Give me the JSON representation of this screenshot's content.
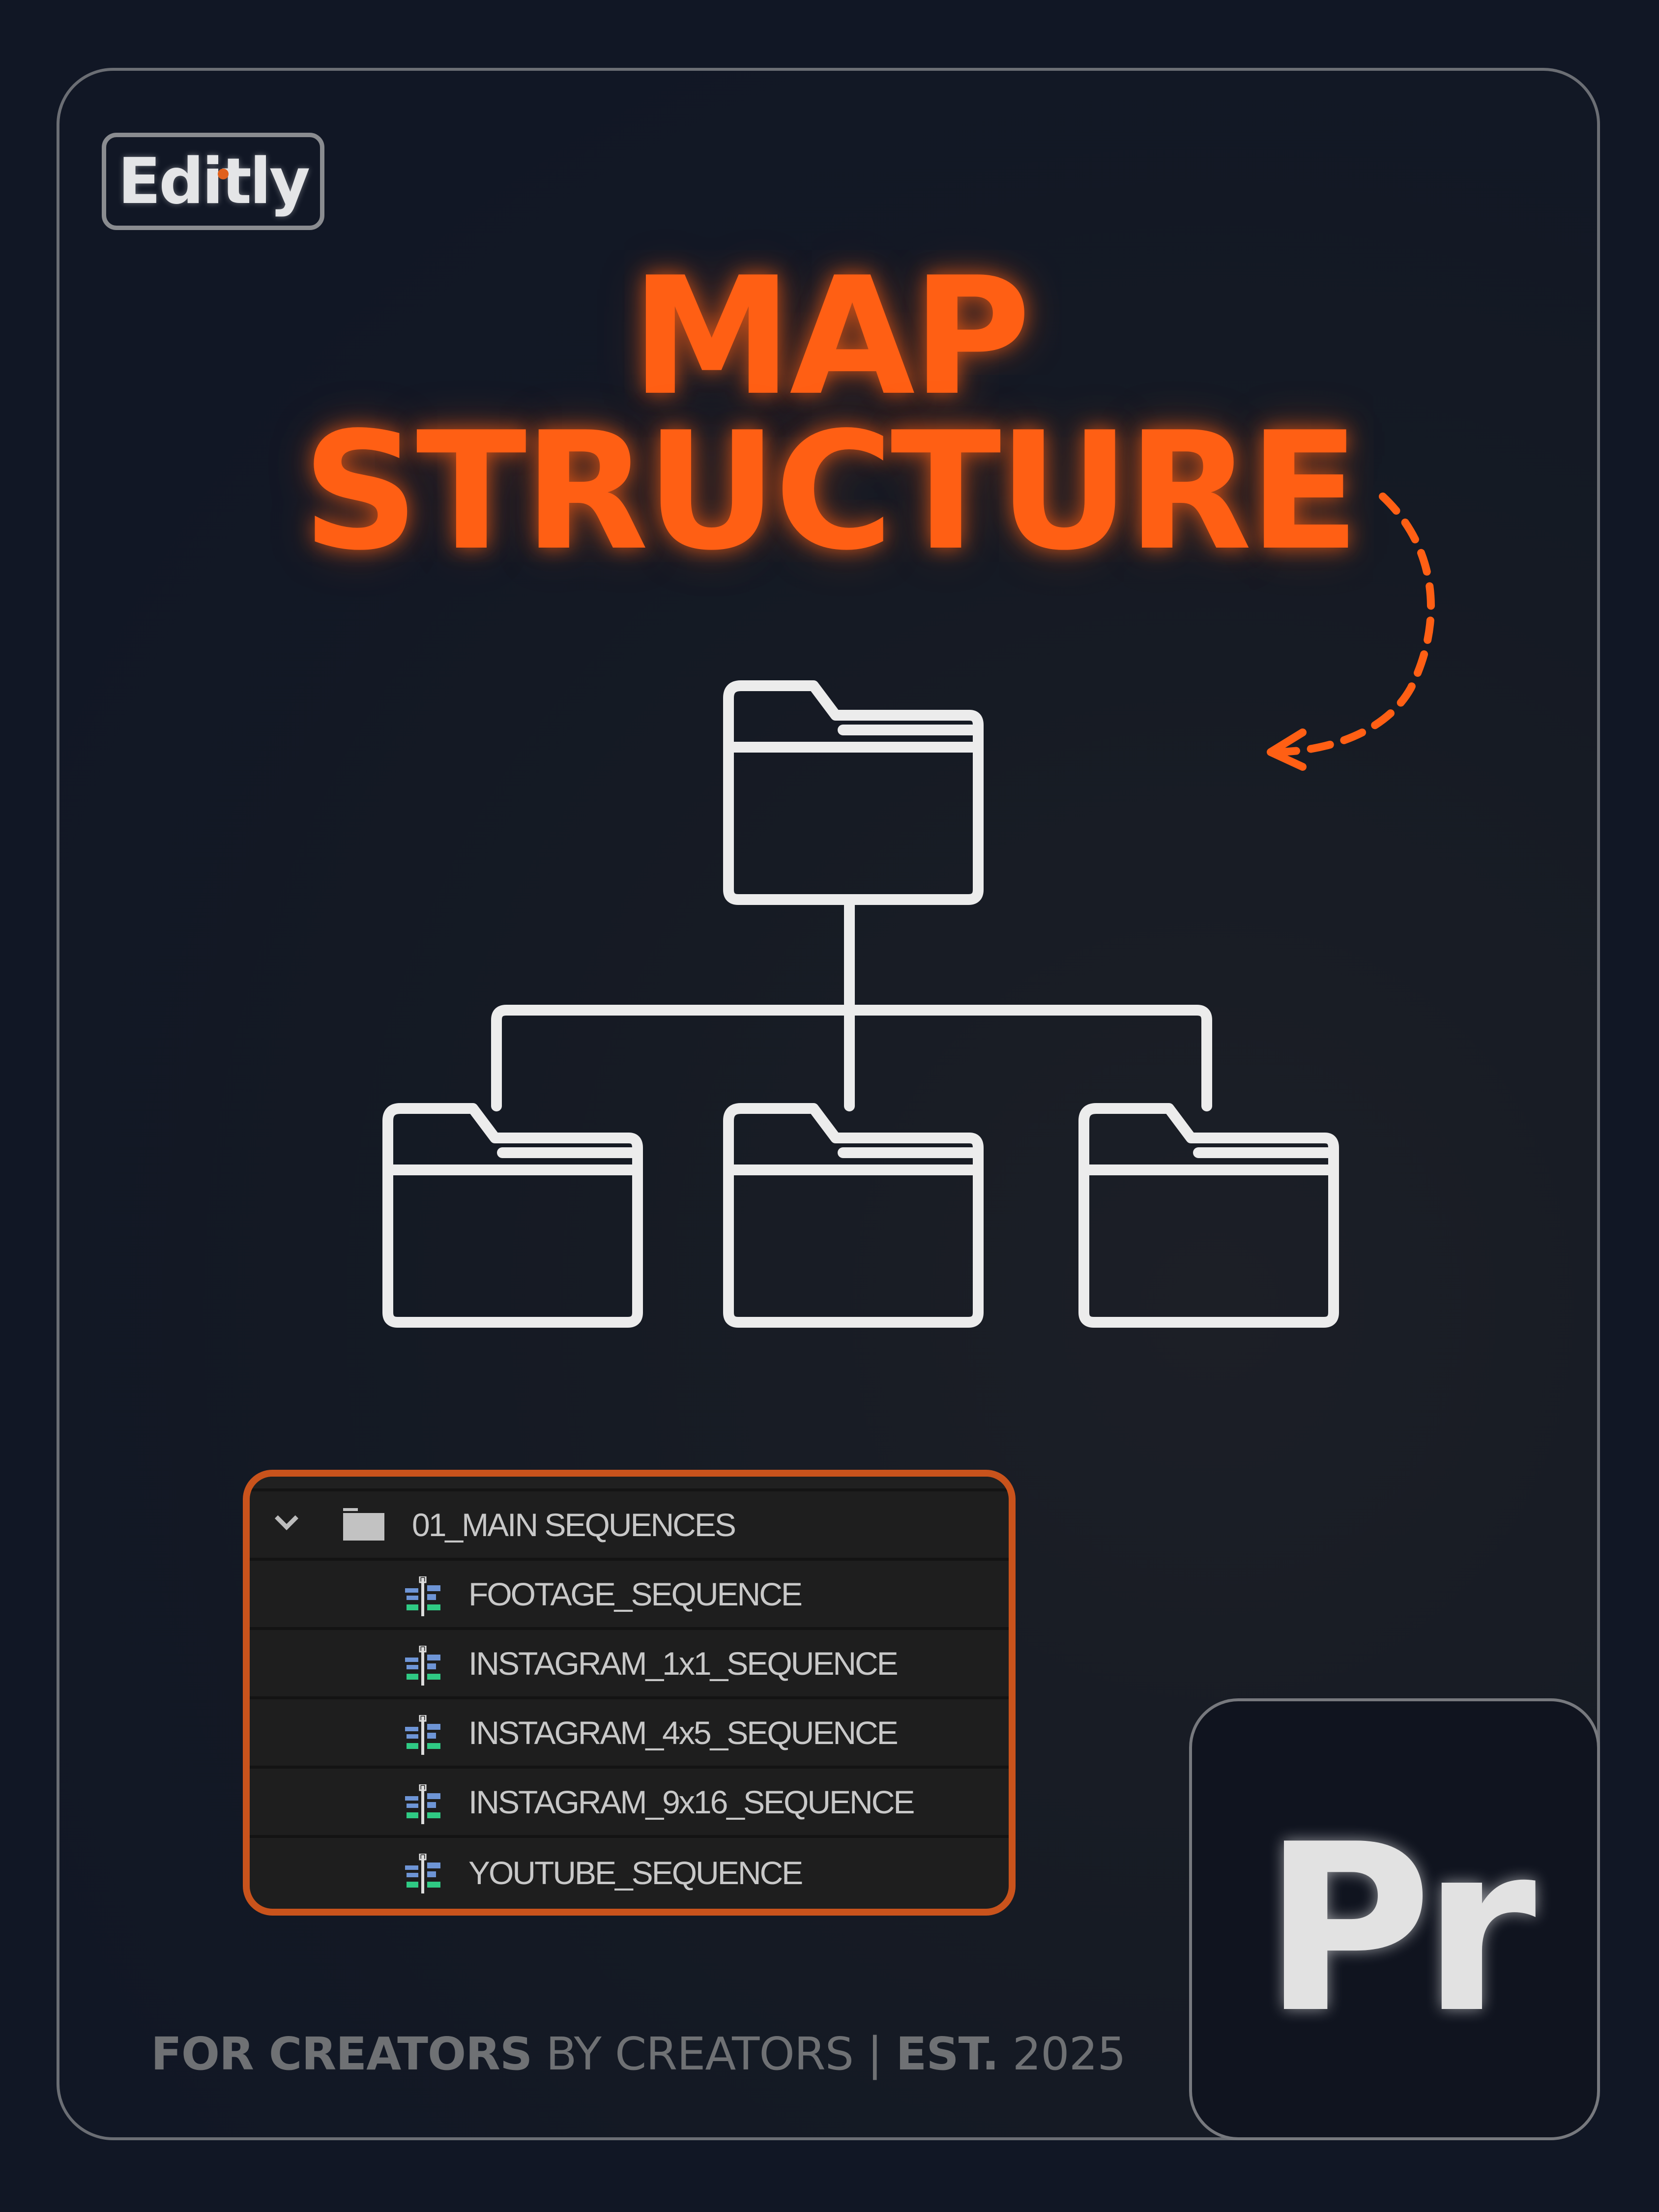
{
  "brand": {
    "logo_text": "Editly",
    "accent": "#ff5f14"
  },
  "title": {
    "line1": "MAP",
    "line2": "STRUCTURE"
  },
  "diagram": {
    "icon": "folder-tree-icon",
    "child_folders": 3
  },
  "panel": {
    "folder": {
      "label": "01_MAIN SEQUENCES",
      "icon": "folder-icon",
      "expanded": true
    },
    "items": [
      {
        "label": "FOOTAGE_SEQUENCE",
        "icon": "sequence-icon"
      },
      {
        "label": "INSTAGRAM_1x1_SEQUENCE",
        "icon": "sequence-icon"
      },
      {
        "label": "INSTAGRAM_4x5_SEQUENCE",
        "icon": "sequence-icon"
      },
      {
        "label": "INSTAGRAM_9x16_SEQUENCE",
        "icon": "sequence-icon"
      },
      {
        "label": "YOUTUBE_SEQUENCE",
        "icon": "sequence-icon"
      }
    ]
  },
  "app_badge": {
    "text": "Pr"
  },
  "footer": {
    "part1": "FOR CREATORS",
    "part2": " BY CREATORS | ",
    "part3": "EST.",
    "part4": " 2025"
  }
}
